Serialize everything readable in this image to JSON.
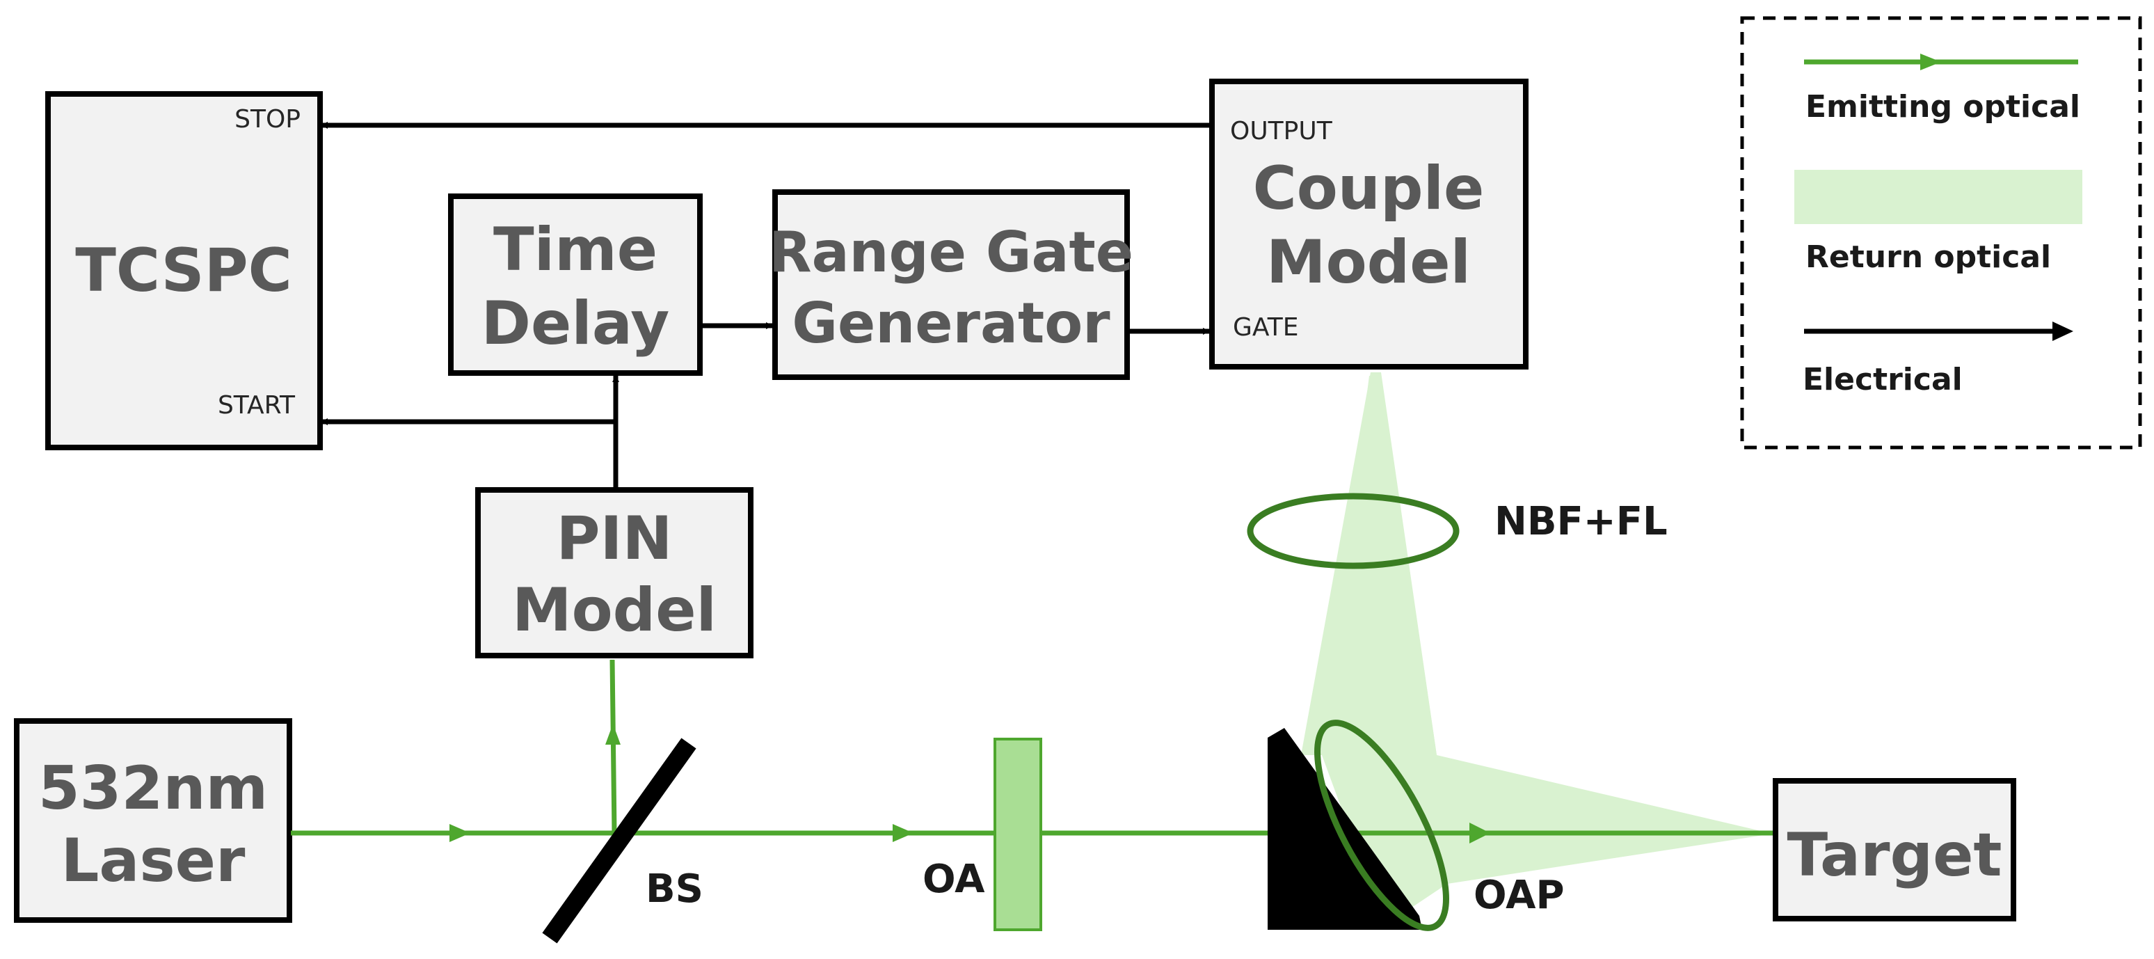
{
  "blocks": {
    "tcspc": "TCSPC",
    "time_delay": [
      "Time",
      "Delay"
    ],
    "range_gate": [
      "Range Gate",
      "Generator"
    ],
    "couple_model": [
      "Couple",
      "Model"
    ],
    "pin_model": [
      "PIN",
      "Model"
    ],
    "laser": [
      "532nm",
      "Laser"
    ],
    "target": "Target"
  },
  "ports": {
    "stop": "STOP",
    "start": "START",
    "output": "OUTPUT",
    "gate": "GATE"
  },
  "optics": {
    "bs": "BS",
    "oa": "OA",
    "oap": "OAP",
    "nbf_fl": "NBF+FL"
  },
  "legend": {
    "emitting": "Emitting optical",
    "return": "Return optical",
    "electrical": "Electrical"
  },
  "colors": {
    "emitting_green": "#4ea72e",
    "return_green": "#d9f2d0",
    "lens_green": "#3a7d22",
    "box_fill": "#f2f2f2",
    "box_text": "#595959",
    "stroke": "#000000"
  }
}
